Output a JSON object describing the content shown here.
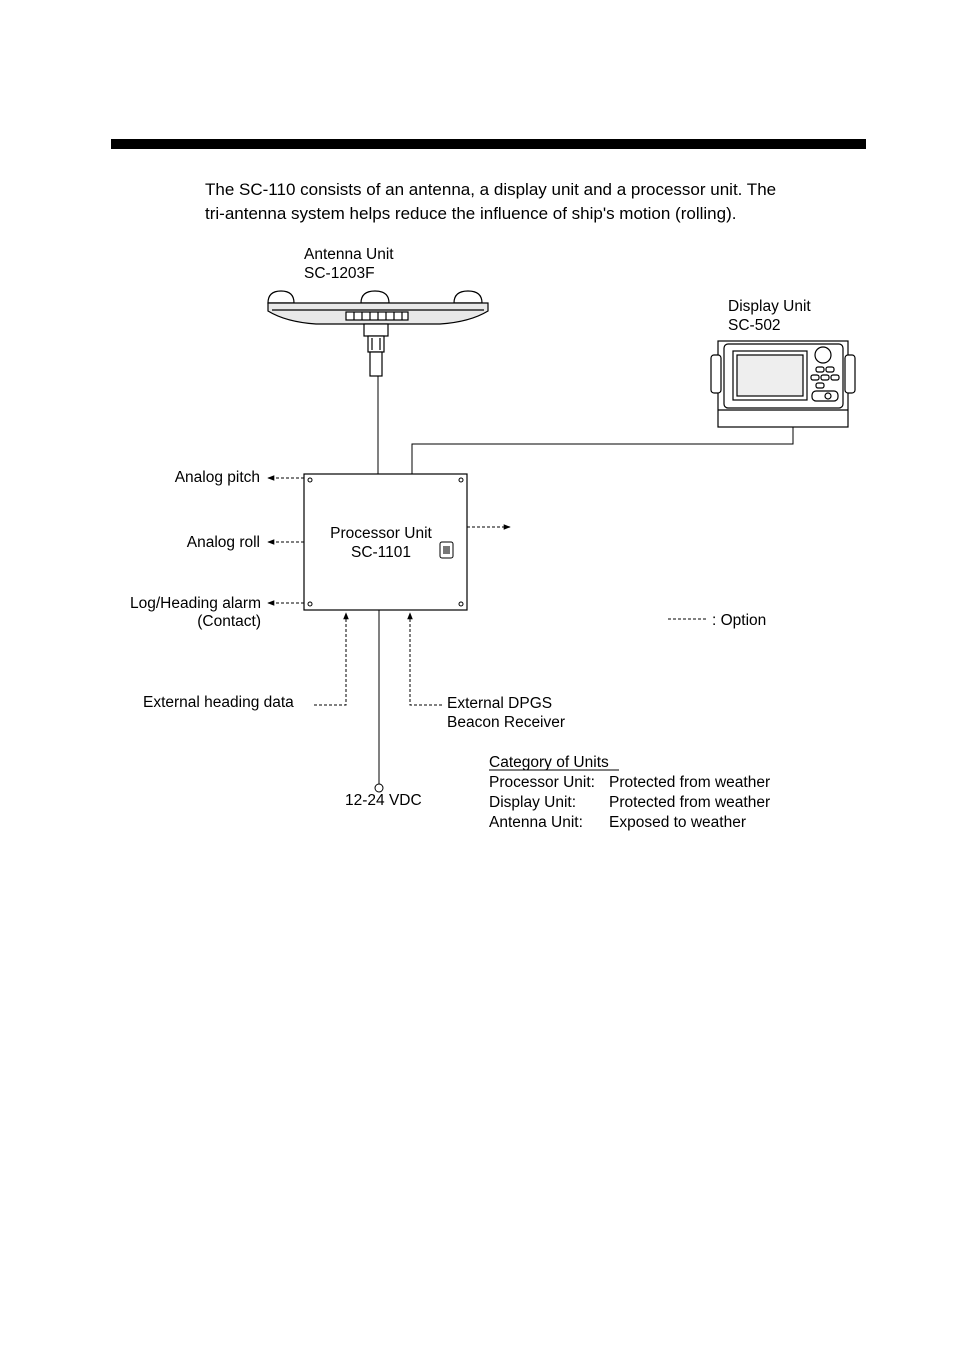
{
  "intro": {
    "line1": "The SC-110 consists of an antenna, a display unit and a processor unit. The",
    "line2": "tri-antenna system helps reduce the influence of ship's motion (rolling)."
  },
  "antenna_unit": {
    "name": "Antenna Unit",
    "model": "SC-1203F"
  },
  "display_unit": {
    "name": "Display Unit",
    "model": "SC-502"
  },
  "processor_unit": {
    "name": "Processor Unit",
    "model": "SC-1101"
  },
  "outputs": {
    "analog_pitch": "Analog pitch",
    "analog_roll": "Analog roll",
    "log_alarm_line1": "Log/Heading alarm",
    "log_alarm_line2": "(Contact)"
  },
  "inputs": {
    "external_heading": "External heading data",
    "dgps_line1": "External DPGS",
    "dgps_line2": "Beacon Receiver"
  },
  "power": "12-24 VDC",
  "legend": {
    "option": ": Option"
  },
  "category": {
    "title": "Category of Units",
    "rows": [
      {
        "unit": "Processor Unit:",
        "status": "Protected from weather"
      },
      {
        "unit": "Display Unit:",
        "status": "Protected from weather"
      },
      {
        "unit": "Antenna Unit:",
        "status": "Exposed to weather"
      }
    ]
  }
}
